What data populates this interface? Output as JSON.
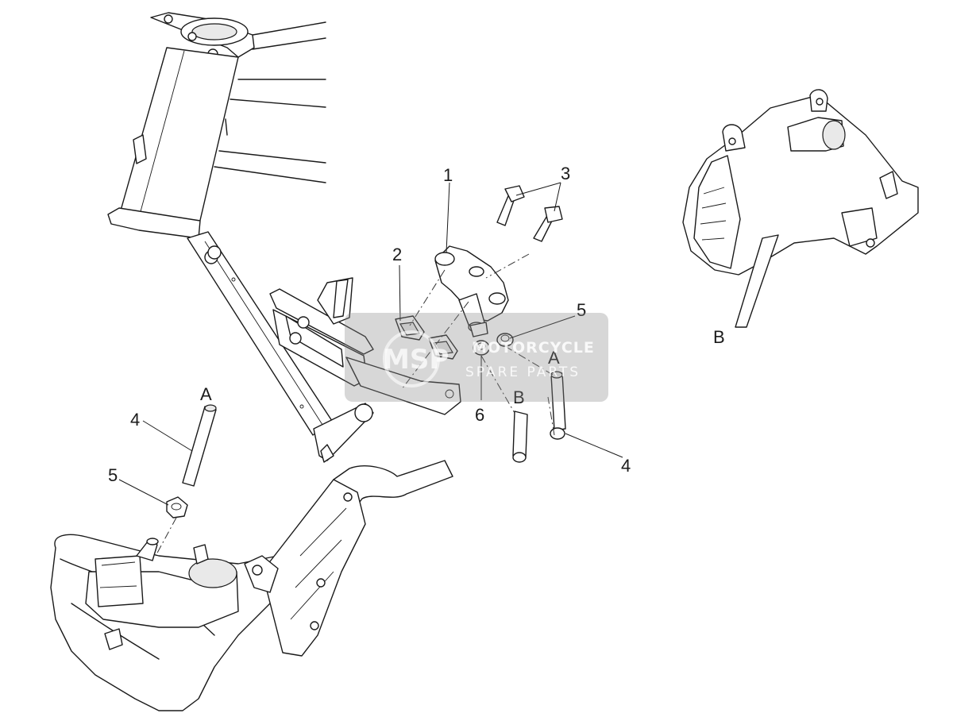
{
  "callouts": {
    "c1": "1",
    "c2": "2",
    "c3": "3",
    "c4_left": "4",
    "c4_right": "4",
    "c5_left": "5",
    "c5_right": "5",
    "c6": "6",
    "a_left": "A",
    "a_right": "A",
    "b_mid": "B",
    "b_right": "B"
  },
  "watermark": {
    "logo": "MSP",
    "line1": "MOTORCYCLE",
    "line2": "SPARE PARTS"
  },
  "colors": {
    "line": "#1a1a1a",
    "watermark_box": "#8c8c8c",
    "watermark_text": "#ffffff"
  }
}
